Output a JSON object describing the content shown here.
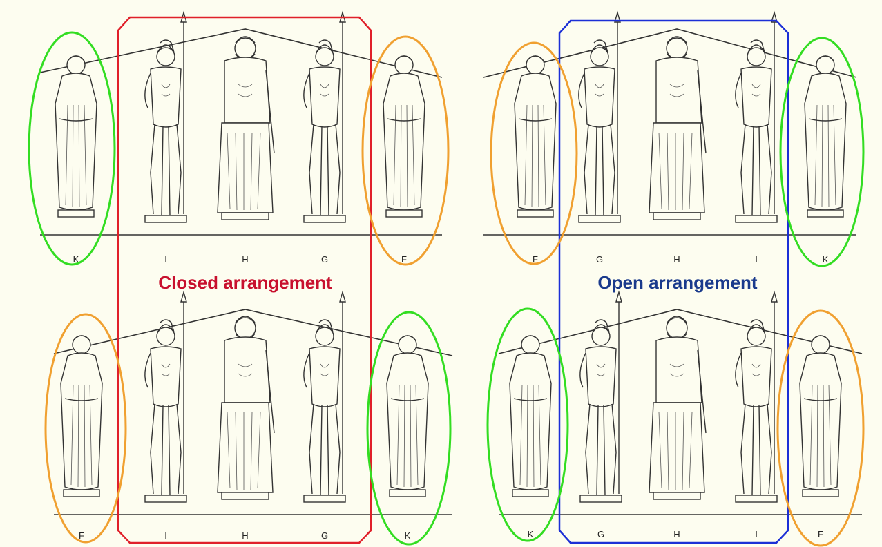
{
  "colors": {
    "background": "#fdfdf0",
    "closed": "#e0202a",
    "open": "#1c2fd6",
    "closed_text": "#c8102e",
    "open_text": "#1a3a8c",
    "green_ellipse": "#33dd22",
    "orange_ellipse": "#f0a030"
  },
  "titles": {
    "closed": "Closed arrangement",
    "open": "Open arrangement"
  },
  "pediments": [
    {
      "id": "closed-top",
      "labels": [
        "K",
        "I",
        "H",
        "G",
        "F"
      ]
    },
    {
      "id": "open-top",
      "labels": [
        "F",
        "G",
        "H",
        "I",
        "K"
      ]
    },
    {
      "id": "closed-bottom",
      "labels": [
        "F",
        "I",
        "H",
        "G",
        "K"
      ]
    },
    {
      "id": "open-bottom",
      "labels": [
        "K",
        "G",
        "H",
        "I",
        "F"
      ]
    }
  ]
}
